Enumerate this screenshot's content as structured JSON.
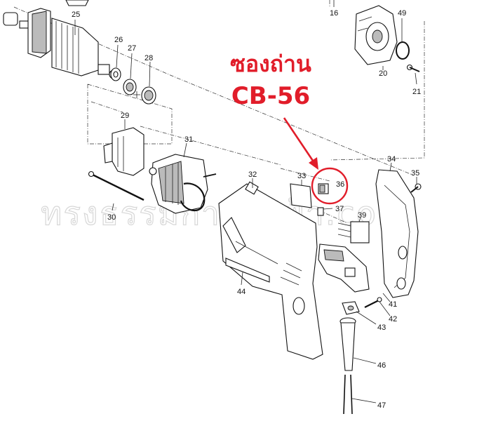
{
  "callout": {
    "title_thai": "ซองถ่าน",
    "part_code": "CB-56",
    "color": "#e11d2a"
  },
  "watermark": {
    "text": "ทรงธรรมการไฟฟ้า.com"
  },
  "part_labels": {
    "p16": "16",
    "p20": "20",
    "p21": "21",
    "p25": "25",
    "p26": "26",
    "p27": "27",
    "p28": "28",
    "p29": "29",
    "p30": "30",
    "p31": "31",
    "p32": "32",
    "p33": "33",
    "p34": "34",
    "p35": "35",
    "p36": "36",
    "p37": "37",
    "p39": "39",
    "p41": "41",
    "p42": "42",
    "p43": "43",
    "p44": "44",
    "p46": "46",
    "p47": "47",
    "p49": "49"
  }
}
